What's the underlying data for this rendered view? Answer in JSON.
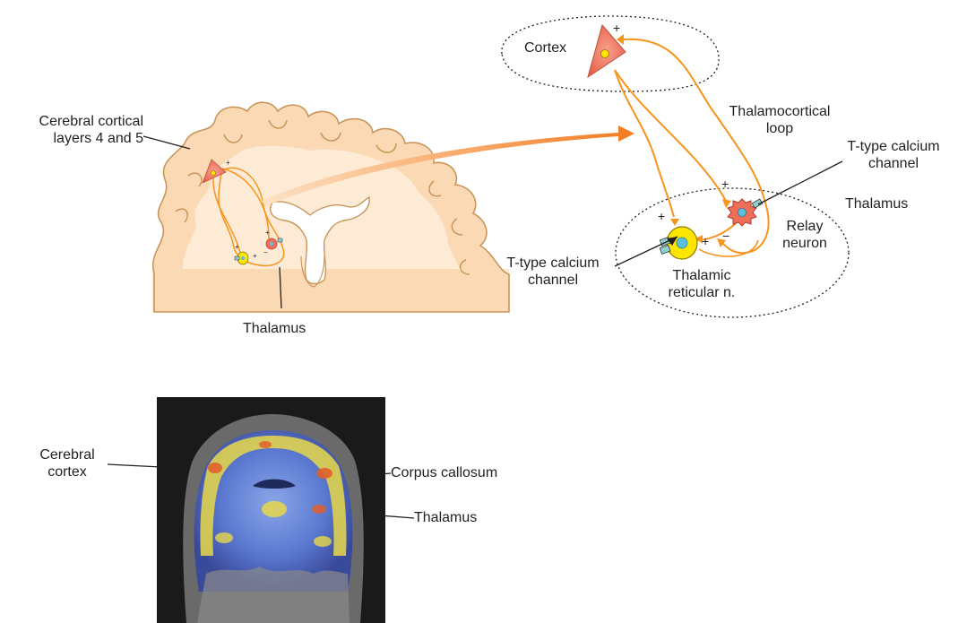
{
  "labels": {
    "cortex": "Cortex",
    "cerebral_layers": [
      "Cerebral cortical",
      "layers 4 and 5"
    ],
    "thalamocortical_loop": [
      "Thalamocortical",
      "loop"
    ],
    "t_type_top": [
      "T-type calcium",
      "channel"
    ],
    "thalamus_right": "Thalamus",
    "relay_neuron": [
      "Relay",
      "neuron"
    ],
    "t_type_left": [
      "T-type calcium",
      "channel"
    ],
    "thalamic_reticular": [
      "Thalamic",
      "reticular n."
    ],
    "thalamus_coronal": "Thalamus",
    "cerebral_cortex_mri": [
      "Cerebral",
      "cortex"
    ],
    "corpus_callosum": "Corpus callosum",
    "thalamus_mri": "Thalamus"
  },
  "signs": {
    "plus": "+",
    "minus": "−"
  },
  "colors": {
    "brain_fill": "#fbd9b5",
    "brain_outline": "#c8965a",
    "pathway": "#f7941d",
    "pyramidal": "#ef6e5a",
    "relay": "#ef6e5a",
    "reticular": "#ffe600",
    "nucleus": "#5bc0de",
    "channel": "#8fd1cf",
    "arrow": "#f47b20"
  }
}
